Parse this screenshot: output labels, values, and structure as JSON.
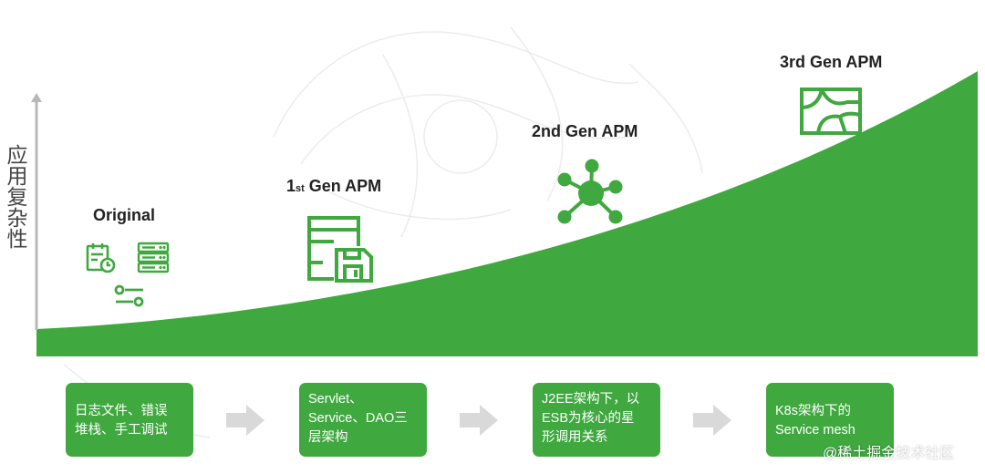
{
  "y_axis_label": "应用复杂性",
  "stages": [
    {
      "title": "Original",
      "description": "日志文件、错误\n堆栈、手工调试"
    },
    {
      "title_pre": "1",
      "title_sup": "st",
      "title_post": " Gen APM",
      "description": "Servlet、\nService、DAO三\n层架构"
    },
    {
      "title": "2nd Gen APM",
      "description": "J2EE架构下，以\nESB为核心的星\n形调用关系"
    },
    {
      "title": "3rd Gen APM",
      "description": "K8s架构下的\nService mesh"
    }
  ],
  "watermark": "@稀土掘金技术社区",
  "colors": {
    "green": "#3fa83f",
    "arrow_gray": "#d9d9d9",
    "text_dark": "#222222"
  },
  "icons": [
    "log-calendar-icon",
    "server-rack-icon",
    "toggle-settings-icon",
    "servlet-window-save-icon",
    "star-network-hub-icon",
    "service-mesh-map-icon"
  ]
}
